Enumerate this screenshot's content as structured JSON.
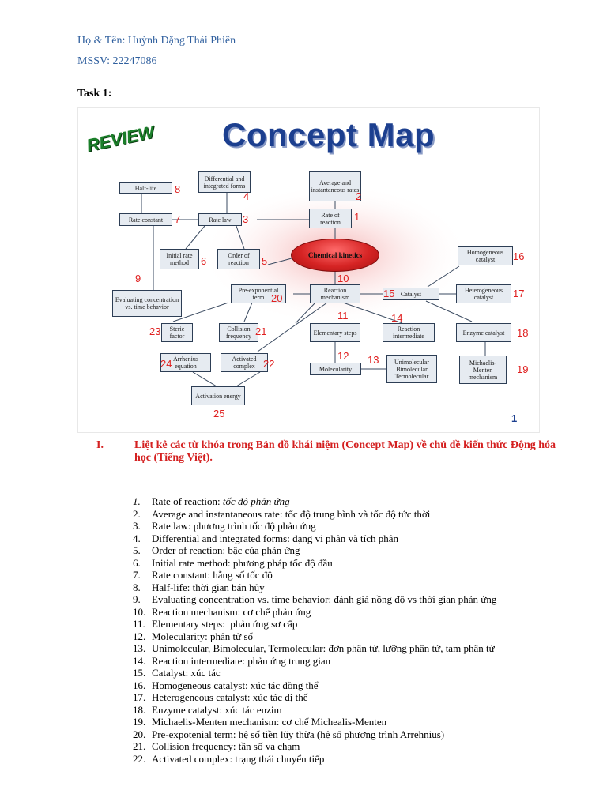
{
  "header": {
    "name_line": "Họ & Tên: Huỳnh Đặng Thái Phiên",
    "id_line": "MSSV: 22247086"
  },
  "task_label": "Task 1:",
  "figure": {
    "review_badge": "REVIEW",
    "title": "Concept Map",
    "center": "Chemical kinetics",
    "page_marker": "1",
    "nodes": [
      {
        "label": "Half-life",
        "num": "8"
      },
      {
        "label": "Differential and integrated forms",
        "num": "4"
      },
      {
        "label": "Average and instantaneous rates",
        "num": "2"
      },
      {
        "label": "Rate constant",
        "num": "7"
      },
      {
        "label": "Rate law",
        "num": "3"
      },
      {
        "label": "Rate of reaction",
        "num": "1"
      },
      {
        "label": "Initial rate method",
        "num": "6"
      },
      {
        "label": "Order of reaction",
        "num": "5"
      },
      {
        "label": "Homogeneous catalyst",
        "num": "16"
      },
      {
        "label": "Evaluating concentration vs. time behavior",
        "num": "9"
      },
      {
        "label": "Pre-exponential term",
        "num": "20"
      },
      {
        "label": "Reaction mechanism",
        "num": "10"
      },
      {
        "label": "Catalyst",
        "num": "15"
      },
      {
        "label": "Heterogeneous catalyst",
        "num": "17"
      },
      {
        "label": "Steric factor",
        "num": "23"
      },
      {
        "label": "Collision frequency",
        "num": "21"
      },
      {
        "label": "Elementary steps",
        "num": "11"
      },
      {
        "label": "Reaction intermediate",
        "num": "14"
      },
      {
        "label": "Enzyme catalyst",
        "num": "18"
      },
      {
        "label": "Arrhenius equation",
        "num": "24"
      },
      {
        "label": "Activated complex",
        "num": "22"
      },
      {
        "label": "Molecularity",
        "num": "12"
      },
      {
        "label": "Unimolecular Bimolecular Termolecular",
        "num": "13"
      },
      {
        "label": "Michaelis-Menten mechanism",
        "num": "19"
      },
      {
        "label": "Activation energy",
        "num": "25"
      }
    ]
  },
  "section": {
    "number": "I.",
    "heading": "Liệt kê các từ khóa trong Bản đồ khái niệm (Concept Map) về chủ đề kiến thức Động hóa học (Tiếng Việt)."
  },
  "keywords": [
    {
      "num": "1.",
      "en": "Rate of reaction: ",
      "vi": "tốc độ phản ứng"
    },
    {
      "num": "2.",
      "en": "Average and instantaneous rate: ",
      "vi": "tốc độ trung bình và tốc độ tức thời"
    },
    {
      "num": "3.",
      "en": "Rate law: ",
      "vi": "phương trình tốc độ phản ứng"
    },
    {
      "num": "4.",
      "en": "Differential and integrated forms: ",
      "vi": "dạng vi phân và tích phân"
    },
    {
      "num": "5.",
      "en": "Order of reaction: ",
      "vi": "bậc của phản ứng"
    },
    {
      "num": "6.",
      "en": "Initial rate method: ",
      "vi": "phương pháp tốc độ đầu"
    },
    {
      "num": "7.",
      "en": "Rate constant: ",
      "vi": "hằng số tốc độ"
    },
    {
      "num": "8.",
      "en": "Half-life: ",
      "vi": "thời gian bán hủy"
    },
    {
      "num": "9.",
      "en": "Evaluating concentration vs. time behavior: ",
      "vi": "đánh giá nồng độ vs thời gian phản ứng"
    },
    {
      "num": "10.",
      "en": "Reaction mechanism: ",
      "vi": "cơ chế phản ứng"
    },
    {
      "num": "11.",
      "en": "Elementary steps:  ",
      "vi": "phản ứng sơ cấp"
    },
    {
      "num": "12.",
      "en": "Molecularity: ",
      "vi": "phân tử số"
    },
    {
      "num": "13.",
      "en": "Unimolecular, Bimolecular, Termolecular: ",
      "vi": "đơn phân tử, lưỡng phân tử, tam phân tử"
    },
    {
      "num": "14.",
      "en": "Reaction intermediate: ",
      "vi": "phản ứng trung gian"
    },
    {
      "num": "15.",
      "en": "Catalyst: ",
      "vi": "xúc tác"
    },
    {
      "num": "16.",
      "en": "Homogeneous catalyst: ",
      "vi": "xúc tác đồng thể"
    },
    {
      "num": "17.",
      "en": "Heterogeneous catalyst: ",
      "vi": "xúc tác dị thể"
    },
    {
      "num": "18.",
      "en": "Enzyme catalyst: ",
      "vi": "xúc tác enzim"
    },
    {
      "num": "19.",
      "en": "Michaelis-Menten mechanism: ",
      "vi": "cơ chế Michealis-Menten"
    },
    {
      "num": "20.",
      "en": "Pre-expotenial term: ",
      "vi": "hệ số tiền lũy thừa (hệ số phương trình Arrehnius)"
    },
    {
      "num": "21.",
      "en": "Collision frequency: ",
      "vi": "tần số va chạm"
    },
    {
      "num": "22.",
      "en": "Activated complex: ",
      "vi": "trạng thái chuyển tiếp"
    }
  ]
}
